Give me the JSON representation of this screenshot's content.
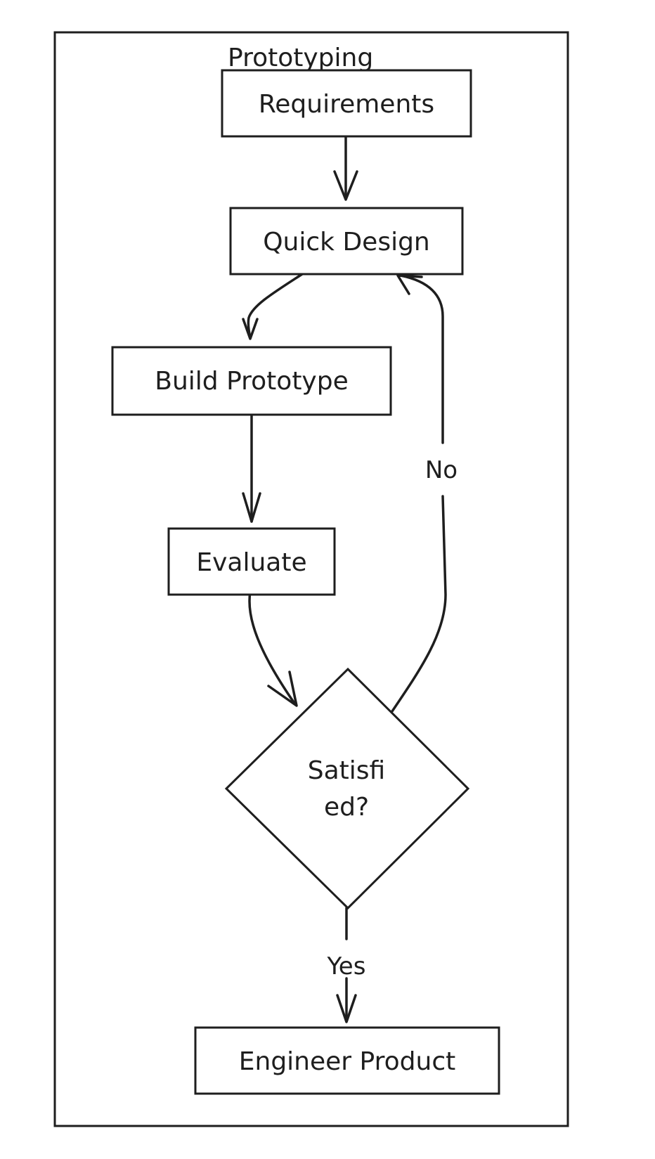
{
  "diagram": {
    "cluster_title": "Prototyping",
    "nodes": {
      "requirements": "Requirements",
      "quick_design": "Quick Design",
      "build_prototype": "Build Prototype",
      "evaluate": "Evaluate",
      "satisfied_line1": "Satisfi",
      "satisfied_line2": "ed?",
      "engineer_product": "Engineer Product"
    },
    "edges": {
      "no_label": "No",
      "yes_label": "Yes"
    },
    "colors": {
      "stroke": "#1e1e1e",
      "background": "#ffffff"
    }
  }
}
